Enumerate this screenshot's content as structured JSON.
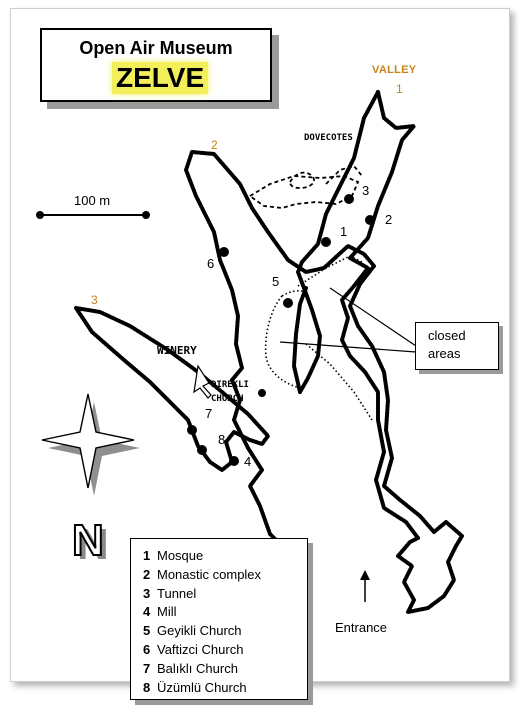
{
  "title": {
    "line1": "Open Air Museum",
    "line2": "ZELVE"
  },
  "valley_labels": {
    "valley_word": "VALLEY",
    "v1": "1",
    "v2": "2",
    "v3": "3"
  },
  "map_labels": {
    "dovecotes": "DOVECOTES",
    "winery": "WINERY",
    "direkli_line1": "DIREKLI",
    "direkli_line2": "CHURCH",
    "closed_line1": "closed",
    "closed_line2": "areas",
    "entrance": "Entrance",
    "scale": "100 m",
    "north": "N"
  },
  "site_numbers": [
    "1",
    "2",
    "3",
    "4",
    "5",
    "6",
    "7",
    "8"
  ],
  "legend": [
    {
      "num": "1",
      "name": "Mosque"
    },
    {
      "num": "2",
      "name": "Monastic complex"
    },
    {
      "num": "3",
      "name": "Tunnel"
    },
    {
      "num": "4",
      "name": "Mill"
    },
    {
      "num": "5",
      "name": "Geyikli Church"
    },
    {
      "num": "6",
      "name": "Vaftizci Church"
    },
    {
      "num": "7",
      "name": "Balıklı Church"
    },
    {
      "num": "8",
      "name": "Üzümlü Church"
    }
  ],
  "colors": {
    "valley_label": "#c88416",
    "highlight": "#f2ef5a",
    "shadow": "#9a9a9a"
  }
}
